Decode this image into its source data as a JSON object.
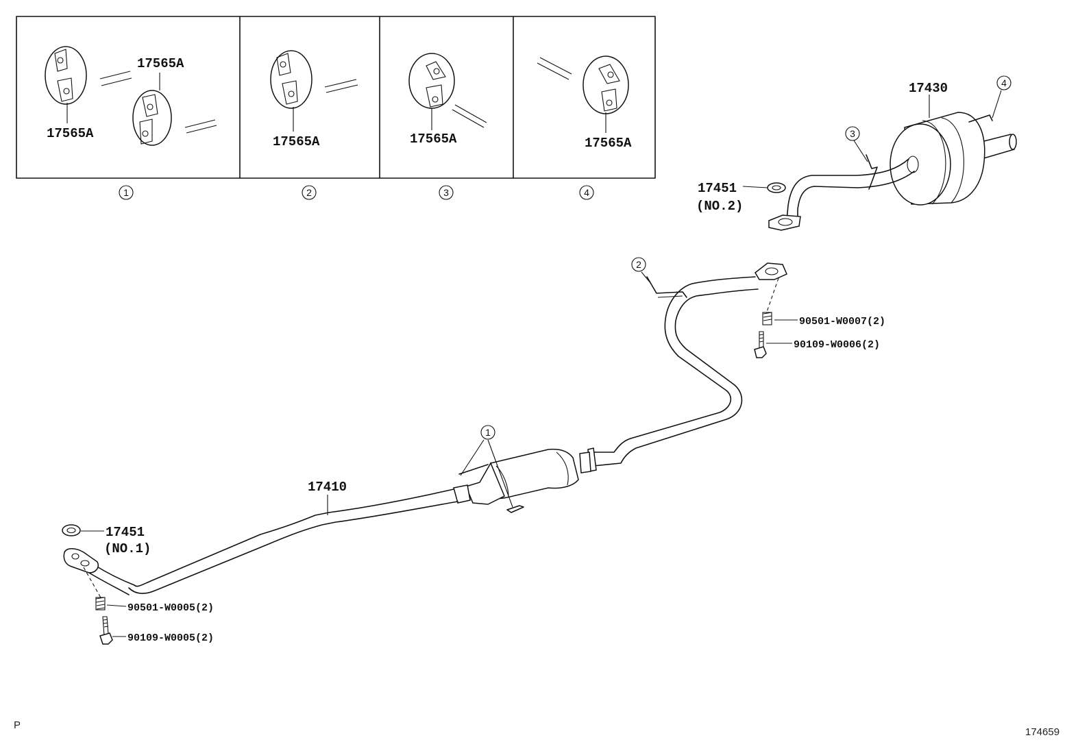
{
  "diagram": {
    "parts": {
      "hanger": "17565A",
      "front_pipe": "17410",
      "tail_pipe": "17430",
      "gasket": "17451",
      "gasket_no1_note": "(NO.1)",
      "gasket_no2_note": "(NO.2)",
      "spring_front": "90501-W0005(2)",
      "bolt_front": "90109-W0005(2)",
      "spring_rear": "90501-W0007(2)",
      "bolt_rear": "90109-W0006(2)"
    },
    "detail_panels": [
      {
        "id": "1"
      },
      {
        "id": "2"
      },
      {
        "id": "3"
      },
      {
        "id": "4"
      }
    ],
    "callouts": [
      "1",
      "2",
      "3",
      "4"
    ],
    "corner_left": "P",
    "corner_right": "174659"
  }
}
